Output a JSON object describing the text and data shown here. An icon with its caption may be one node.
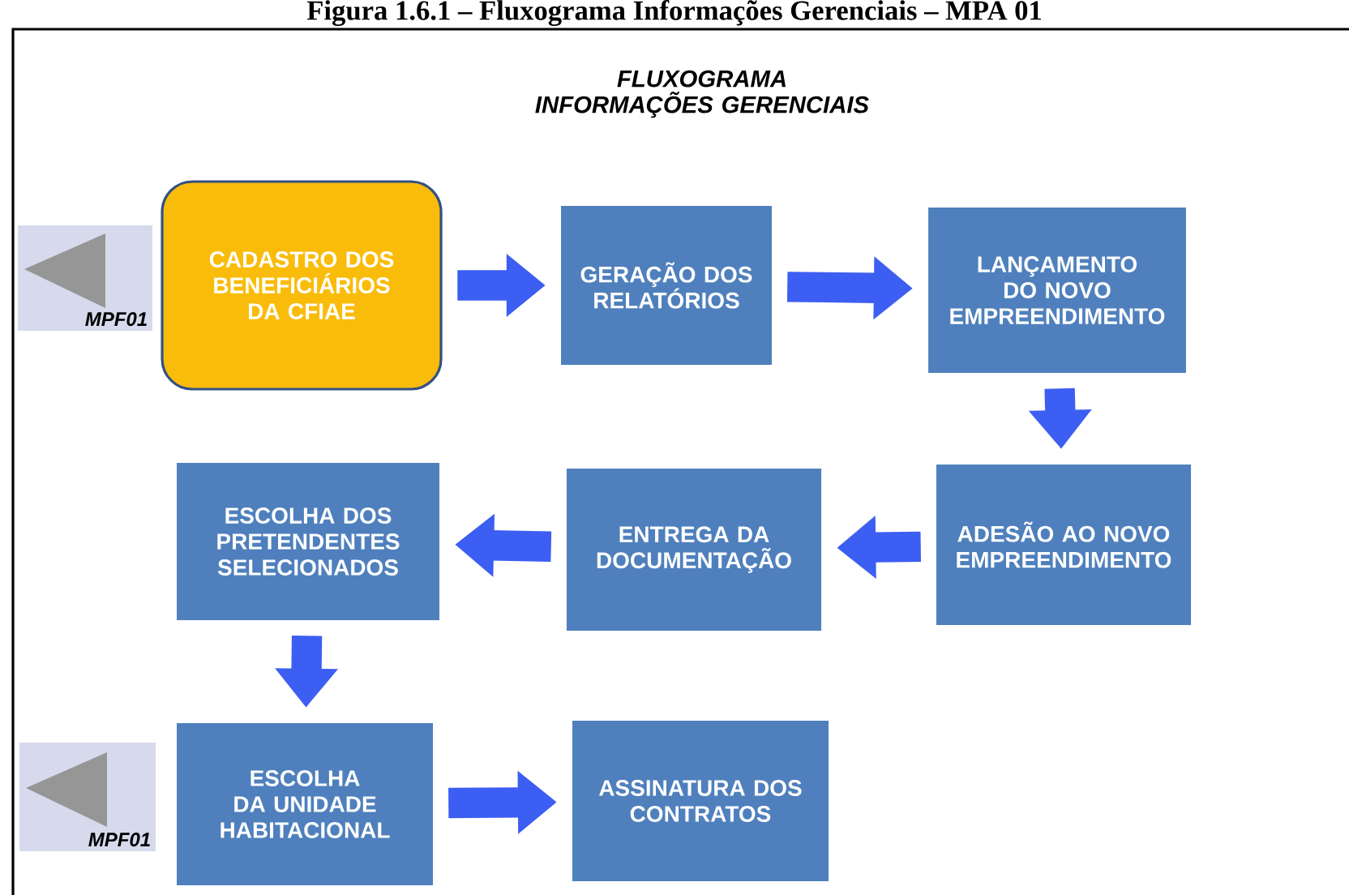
{
  "diagram": {
    "title": "FLUXOGRAMA INFORMAÇÕES GERENCIAIS",
    "nodes": [
      {
        "text": [
          "MPF01"
        ]
      },
      {
        "text": [
          "CADASTRO DOS BENEFICIÁRIOS DA CFIAE"
        ]
      },
      {
        "text": [
          "GERAÇÃO DOS RELATÓRIOS"
        ]
      },
      {
        "text": [
          "LANÇAMENTO DO NOVO EMPREENDIMENTO"
        ]
      },
      {
        "text": [
          "ADESÃO AO NOVO EMPREENDIMENTO"
        ]
      },
      {
        "text": [
          "ENTREGA DA DOCUMENTAÇÃO"
        ]
      },
      {
        "text": [
          "ESCOLHA DOS PRETENDENTES SELECIONADOS"
        ]
      },
      {
        "text": [
          "MPF01"
        ]
      },
      {
        "text": [
          "ESCOLHA DA UNIDADE HABITACIONAL"
        ]
      },
      {
        "text": [
          "ASSINATURA DOS CONTRATOS"
        ]
      }
    ],
    "edges": [
      {
        "from": 1,
        "to": 2,
        "arrow": "to"
      },
      {
        "from": 2,
        "to": 3,
        "arrow": "to"
      },
      {
        "from": 3,
        "to": 4,
        "arrow": "to"
      },
      {
        "from": 4,
        "to": 5,
        "arrow": "to"
      },
      {
        "from": 5,
        "to": 6,
        "arrow": "to"
      },
      {
        "from": 6,
        "to": 8,
        "arrow": "to"
      },
      {
        "from": 8,
        "to": 9,
        "arrow": "to"
      }
    ],
    "labels": [
      "Figura 1.6.1 – Fluxograma Informações Gerenciais – MPA 01"
    ]
  }
}
